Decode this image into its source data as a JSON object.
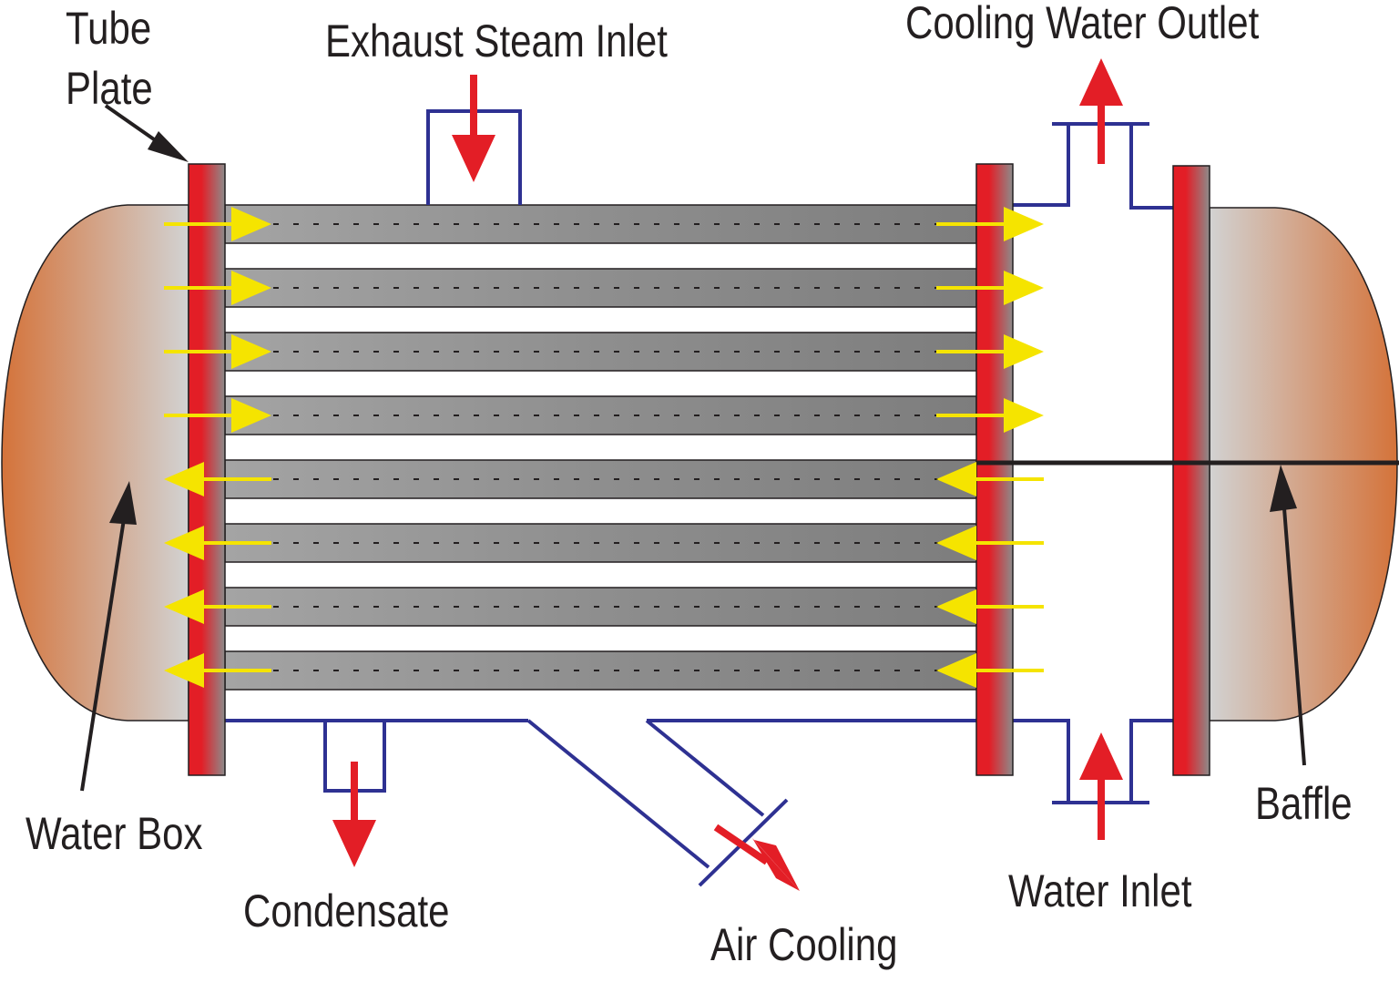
{
  "labels": {
    "tube_plate_line1": "Tube",
    "tube_plate_line2": "Plate",
    "exhaust_steam_inlet": "Exhaust Steam Inlet",
    "cooling_water_outlet": "Cooling Water Outlet",
    "water_box": "Water Box",
    "condensate": "Condensate",
    "air_cooling": "Air Cooling",
    "water_inlet": "Water Inlet",
    "baffle": "Baffle"
  },
  "colors": {
    "tube_plate_red": "#e31e26",
    "tube_plate_grey": "#8c8c8c",
    "tube_grey": "#8e8e8e",
    "shell_outline": "#2e3192",
    "water_box_orange": "#d4733a",
    "water_box_light": "#d2d2d2",
    "flow_arrow_yellow": "#f5e400",
    "flow_arrow_red": "#e31e26",
    "pointer_black": "#231f20"
  },
  "diagram": {
    "tube_count": 8,
    "flow_direction_top_tubes": "left-to-right",
    "flow_direction_bottom_tubes": "right-to-left"
  }
}
